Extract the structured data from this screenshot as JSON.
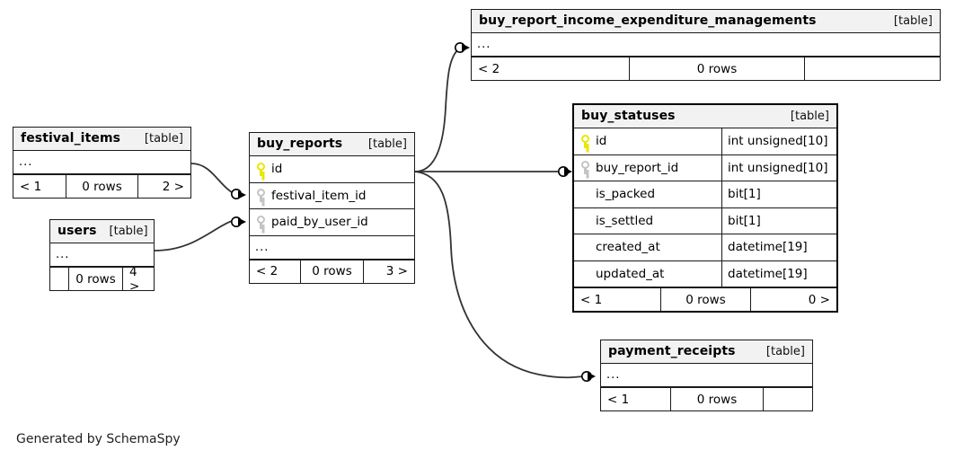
{
  "diagram": {
    "credit": "Generated by SchemaSpy",
    "table_tag": "[table]",
    "ellipsis": "...",
    "colors": {
      "background": "#ffffff",
      "header_fill": "#f2f2f2",
      "border": "#1a1a1a",
      "primary_key": "#e8e800",
      "foreign_key": "#c4c4c4",
      "edge": "#333333"
    }
  },
  "tables": [
    {
      "id": "buy_report_income_expenditure_managements",
      "name": "buy_report_income_expenditure_managements",
      "tag": "[table]",
      "focus": false,
      "ellipsis": "...",
      "columns": [],
      "footer": {
        "left": "< 2",
        "mid": "0 rows",
        "right": ""
      }
    },
    {
      "id": "buy_statuses",
      "name": "buy_statuses",
      "tag": "[table]",
      "focus": true,
      "ellipsis": "",
      "columns": [
        {
          "key": "pk",
          "name": "id",
          "type": "int unsigned[10]"
        },
        {
          "key": "fk",
          "name": "buy_report_id",
          "type": "int unsigned[10]"
        },
        {
          "key": "none",
          "name": "is_packed",
          "type": "bit[1]"
        },
        {
          "key": "none",
          "name": "is_settled",
          "type": "bit[1]"
        },
        {
          "key": "none",
          "name": "created_at",
          "type": "datetime[19]"
        },
        {
          "key": "none",
          "name": "updated_at",
          "type": "datetime[19]"
        }
      ],
      "footer": {
        "left": "< 1",
        "mid": "0 rows",
        "right": "0 >"
      }
    },
    {
      "id": "buy_reports",
      "name": "buy_reports",
      "tag": "[table]",
      "focus": false,
      "ellipsis": "...",
      "columns": [
        {
          "key": "pk",
          "name": "id",
          "type": ""
        },
        {
          "key": "fk",
          "name": "festival_item_id",
          "type": ""
        },
        {
          "key": "fk",
          "name": "paid_by_user_id",
          "type": ""
        }
      ],
      "footer": {
        "left": "< 2",
        "mid": "0 rows",
        "right": "3 >"
      }
    },
    {
      "id": "festival_items",
      "name": "festival_items",
      "tag": "[table]",
      "focus": false,
      "ellipsis": "...",
      "columns": [],
      "footer": {
        "left": "< 1",
        "mid": "0 rows",
        "right": "2 >"
      }
    },
    {
      "id": "users",
      "name": "users",
      "tag": "[table]",
      "focus": false,
      "ellipsis": "...",
      "columns": [],
      "footer": {
        "left": "",
        "mid": "0 rows",
        "right": "4 >"
      }
    },
    {
      "id": "payment_receipts",
      "name": "payment_receipts",
      "tag": "[table]",
      "focus": false,
      "ellipsis": "...",
      "columns": [],
      "footer": {
        "left": "< 1",
        "mid": "0 rows",
        "right": ""
      }
    }
  ],
  "relationships": [
    {
      "from": "buy_reports.id",
      "to": "buy_report_income_expenditure_managements"
    },
    {
      "from": "buy_reports.id",
      "to": "buy_statuses.buy_report_id"
    },
    {
      "from": "buy_reports.id",
      "to": "payment_receipts"
    },
    {
      "from": "festival_items",
      "to": "buy_reports.festival_item_id"
    },
    {
      "from": "users",
      "to": "buy_reports.paid_by_user_id"
    }
  ]
}
